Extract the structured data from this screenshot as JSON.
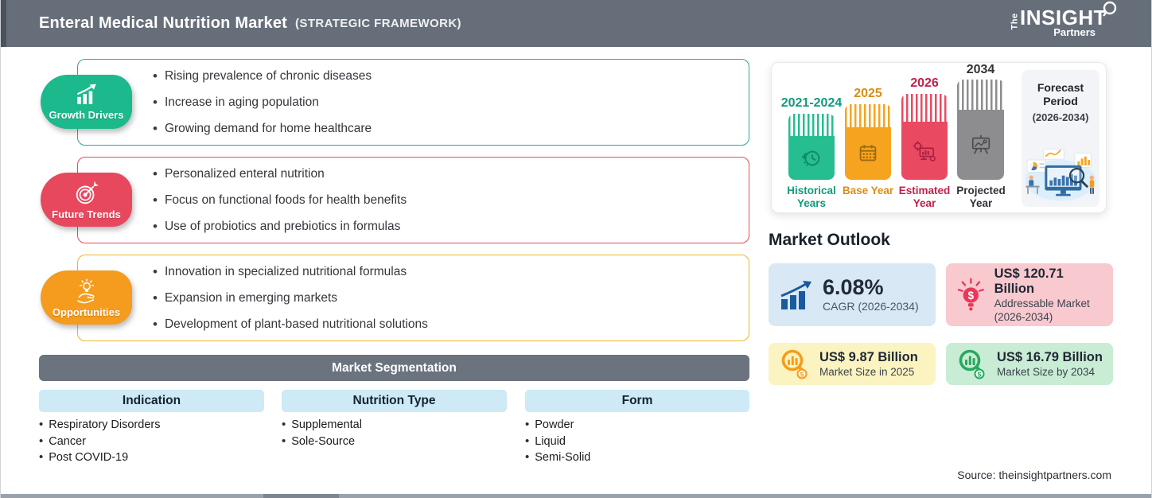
{
  "header": {
    "title": "Enteral Medical Nutrition Market",
    "subtitle": "(STRATEGIC FRAMEWORK)",
    "brand": {
      "the": "The",
      "name": "INSIGHT",
      "suffix": "Partners"
    }
  },
  "framework": [
    {
      "label": "Growth Drivers",
      "icon": "growth-chart-icon",
      "pill_color": "#1cb98c",
      "border_color": "#29ab8e",
      "items": [
        "Rising prevalence of chronic diseases",
        "Increase in aging population",
        "Growing demand for home healthcare"
      ]
    },
    {
      "label": "Future Trends",
      "icon": "target-arrow-icon",
      "pill_color": "#e8485e",
      "border_color": "#e8485e",
      "items": [
        "Personalized enteral nutrition",
        "Focus on functional foods for health benefits",
        "Use of probiotics and prebiotics in formulas"
      ]
    },
    {
      "label": "Opportunities",
      "icon": "hand-lightbulb-icon",
      "pill_color": "#f59b1d",
      "border_color": "#eeb62b",
      "items": [
        "Innovation in specialized nutritional formulas",
        "Expansion in emerging markets",
        "Development of plant-based nutritional solutions"
      ]
    }
  ],
  "segmentation": {
    "title": "Market Segmentation",
    "columns": [
      {
        "header": "Indication",
        "items": [
          "Respiratory Disorders",
          "Cancer",
          "Post COVID-19"
        ]
      },
      {
        "header": "Nutrition Type",
        "items": [
          "Supplemental",
          "Sole-Source"
        ]
      },
      {
        "header": "Form",
        "items": [
          "Powder",
          "Liquid",
          "Semi-Solid"
        ]
      }
    ]
  },
  "timeline": {
    "bars": [
      {
        "year": "2021-2024",
        "caption": "Historical Years",
        "color": "#26bd90",
        "text_color": "#119a7c",
        "icon": "history-clock-icon"
      },
      {
        "year": "2025",
        "caption": "Base Year",
        "color": "#f6a41f",
        "text_color": "#d98e13",
        "icon": "calendar-icon"
      },
      {
        "year": "2026",
        "caption": "Estimated Year",
        "color": "#ea4a61",
        "text_color": "#c22049",
        "icon": "gear-monitor-icon"
      },
      {
        "year": "2034",
        "caption": "Projected Year",
        "color": "#8d8d90",
        "text_color": "#333338",
        "icon": "presentation-board-icon"
      }
    ],
    "forecast": {
      "title": "Forecast Period",
      "range": "(2026-2034)",
      "icon": "analytics-illustration"
    }
  },
  "outlook": {
    "title": "Market Outlook",
    "cards": [
      {
        "value": "6.08%",
        "label": "CAGR (2026-2034)",
        "bg": "#d8e8f5",
        "accent": "#1a5a9e",
        "icon": "growth-bars-arrow-icon"
      },
      {
        "value": "US$ 120.71 Billion",
        "label": "Addressable Market (2026-2034)",
        "bg": "#f8c9cf",
        "accent": "#e8395a",
        "icon": "lightbulb-dollar-icon"
      },
      {
        "value": "US$ 9.87 Billion",
        "label": "Market Size in 2025",
        "bg": "#fbf4c1",
        "accent": "#f59c1c",
        "icon": "magnifier-bars-icon"
      },
      {
        "value": "US$ 16.79 Billion",
        "label": "Market Size by 2034",
        "bg": "#c9ecd4",
        "accent": "#27a860",
        "icon": "magnifier-bars-icon"
      }
    ]
  },
  "source": "Source: theinsightpartners.com"
}
